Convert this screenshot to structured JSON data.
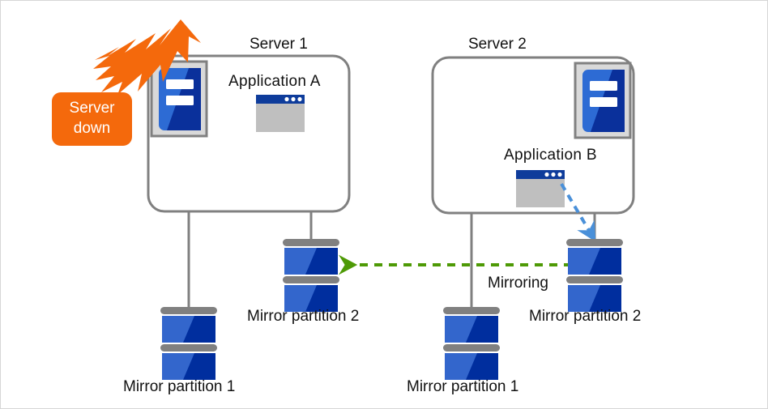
{
  "diagram": {
    "title_server1": "Server 1",
    "title_server2": "Server 2",
    "alert_badge": "Server down",
    "alert_badge_line1": "Server",
    "alert_badge_line2": "down",
    "app_a_label": "Application  A",
    "app_b_label": "Application  B",
    "mirroring_label": "Mirroring",
    "mirror_partition_2_left": "Mirror partition 2",
    "mirror_partition_2_right": "Mirror partition 2",
    "mirror_partition_1_left": "Mirror partition 1",
    "mirror_partition_1_right": "Mirror partition 1"
  },
  "colors": {
    "alert_orange": "#F4690C",
    "burst_orange": "#F4690C",
    "server_box_border": "#808080",
    "disk_light_blue": "#3366CC",
    "disk_dark_blue": "#002E9E",
    "disk_gray_bar": "#808080",
    "app_titlebar_blue": "#0E3C9B",
    "app_body_gray": "#BFBFBF",
    "server_icon_blue_light": "#2D6BD4",
    "server_icon_blue_dark": "#0A309B",
    "server_icon_frame": "#D9D9D9",
    "mirroring_arrow_green": "#4E9A06",
    "app_arrow_blue": "#4A90D9",
    "connector_gray": "#808080",
    "text": "#111111",
    "page_border": "#D6D6D6"
  },
  "icons": {
    "server_icon": "server-rack-icon",
    "app_window_icon": "application-window-icon",
    "disk_icon": "disk-partition-icon",
    "burst_icon": "failure-burst-icon",
    "mirroring_arrow": "mirroring-arrow-icon",
    "app_to_disk_arrow": "app-to-disk-arrow-icon"
  }
}
